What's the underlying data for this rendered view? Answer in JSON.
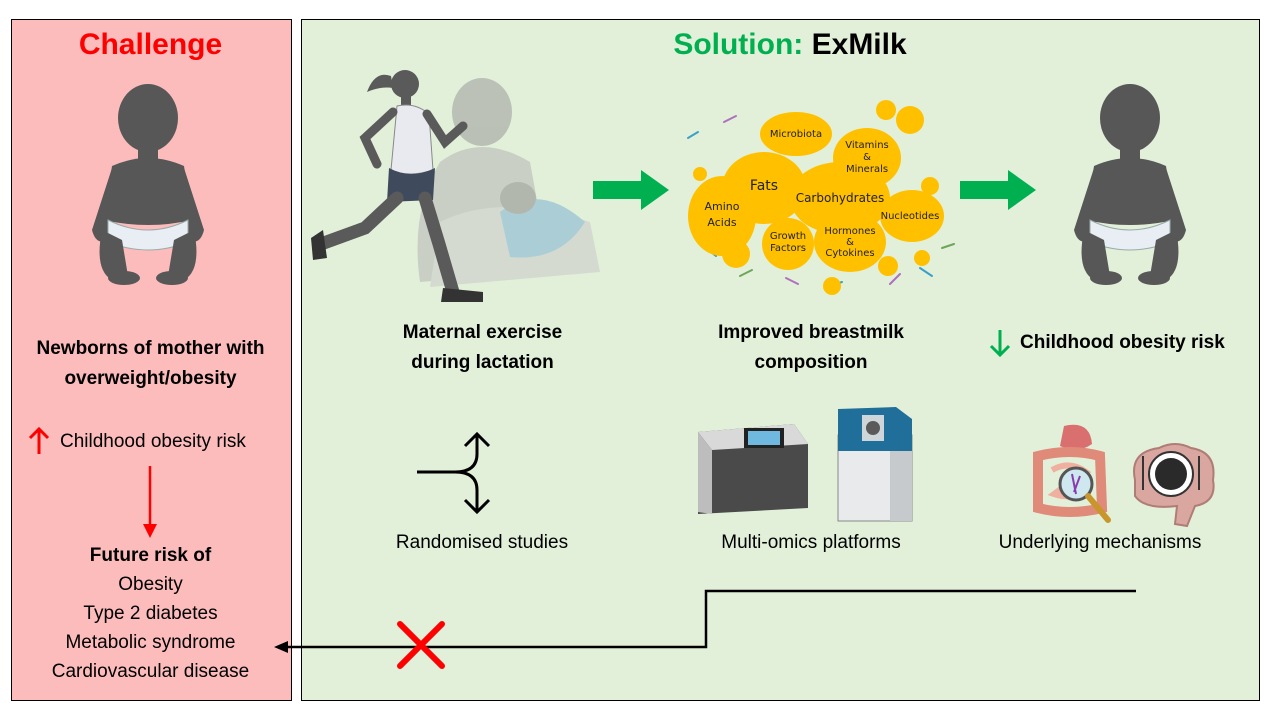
{
  "challenge": {
    "title": "Challenge",
    "newborns": [
      "Newborns of mother with",
      "overweight/obesity"
    ],
    "risk_up": "Childhood obesity risk",
    "future_heading": "Future risk of",
    "future_items": [
      "Obesity",
      "Type 2 diabetes",
      "Metabolic syndrome",
      "Cardiovascular disease"
    ]
  },
  "solution": {
    "title_prefix": "Solution:",
    "title_name": "ExMilk",
    "steps": [
      {
        "lines": [
          "Maternal exercise",
          "during lactation"
        ]
      },
      {
        "lines": [
          "Improved breastmilk",
          "composition"
        ]
      },
      {
        "label": "Childhood obesity risk"
      }
    ],
    "methods": [
      "Randomised studies",
      "Multi-omics platforms",
      "Underlying mechanisms"
    ],
    "milk_components": [
      "Microbiota",
      "Vitamins",
      "&",
      "Minerals",
      "Fats",
      "Carbohydrates",
      "Amino",
      "Acids",
      "Nucleotides",
      "Growth",
      "Factors",
      "Hormones",
      "&",
      "Cytokines"
    ]
  },
  "colors": {
    "challenge_bg": "#fdbcbc",
    "solution_bg": "#e2f0d9",
    "challenge_title": "#ff0000",
    "solution_title": "#00b050",
    "arrow_green": "#00b050",
    "arrow_red": "#ff0000",
    "blob_yellow": "#ffc000"
  },
  "icons": [
    "baby-silhouette-icon",
    "running-mother-icon",
    "breastfeeding-icon",
    "milk-composition-icon",
    "branch-arrow-icon",
    "sequencer-icon",
    "mass-spectrometer-icon",
    "gut-icon",
    "brain-icon",
    "cross-icon"
  ]
}
